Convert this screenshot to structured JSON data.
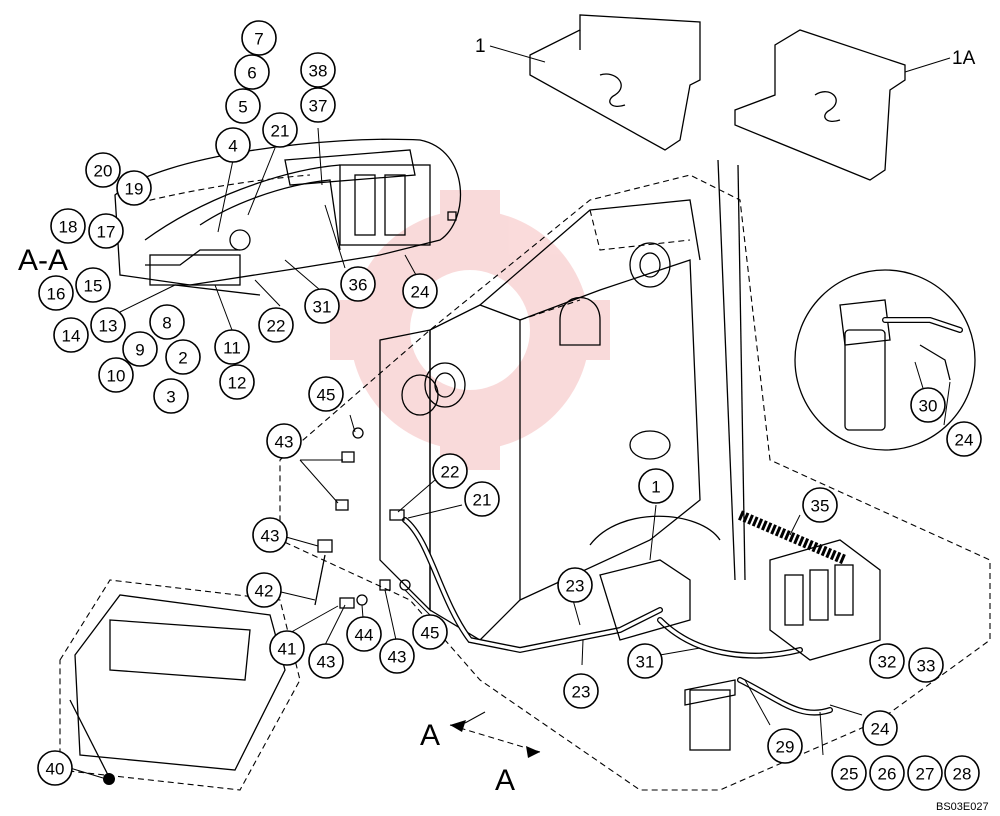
{
  "diagram": {
    "drawing_code": "BS03E027",
    "section_label": "A-A",
    "view_marker": "A",
    "bracket_labels": [
      "1",
      "1A"
    ],
    "callouts": [
      {
        "id": "c7",
        "label": "7"
      },
      {
        "id": "c6",
        "label": "6"
      },
      {
        "id": "c5",
        "label": "5"
      },
      {
        "id": "c4",
        "label": "4"
      },
      {
        "id": "c38",
        "label": "38"
      },
      {
        "id": "c37",
        "label": "37"
      },
      {
        "id": "c21a",
        "label": "21"
      },
      {
        "id": "c20",
        "label": "20"
      },
      {
        "id": "c19",
        "label": "19"
      },
      {
        "id": "c18",
        "label": "18"
      },
      {
        "id": "c17",
        "label": "17"
      },
      {
        "id": "c16",
        "label": "16"
      },
      {
        "id": "c15",
        "label": "15"
      },
      {
        "id": "c36",
        "label": "36"
      },
      {
        "id": "c24a",
        "label": "24"
      },
      {
        "id": "c31a",
        "label": "31"
      },
      {
        "id": "c22a",
        "label": "22"
      },
      {
        "id": "c14",
        "label": "14"
      },
      {
        "id": "c13",
        "label": "13"
      },
      {
        "id": "c8",
        "label": "8"
      },
      {
        "id": "c11",
        "label": "11"
      },
      {
        "id": "c9",
        "label": "9"
      },
      {
        "id": "c10",
        "label": "10"
      },
      {
        "id": "c2",
        "label": "2"
      },
      {
        "id": "c12",
        "label": "12"
      },
      {
        "id": "c3",
        "label": "3"
      },
      {
        "id": "c45a",
        "label": "45"
      },
      {
        "id": "c43a",
        "label": "43"
      },
      {
        "id": "c22b",
        "label": "22"
      },
      {
        "id": "c21b",
        "label": "21"
      },
      {
        "id": "c1b",
        "label": "1"
      },
      {
        "id": "c35",
        "label": "35"
      },
      {
        "id": "c30",
        "label": "30"
      },
      {
        "id": "c24b",
        "label": "24"
      },
      {
        "id": "c43b",
        "label": "43"
      },
      {
        "id": "c42",
        "label": "42"
      },
      {
        "id": "c23a",
        "label": "23"
      },
      {
        "id": "c41",
        "label": "41"
      },
      {
        "id": "c43c",
        "label": "43"
      },
      {
        "id": "c44",
        "label": "44"
      },
      {
        "id": "c43d",
        "label": "43"
      },
      {
        "id": "c45b",
        "label": "45"
      },
      {
        "id": "c31b",
        "label": "31"
      },
      {
        "id": "c32",
        "label": "32"
      },
      {
        "id": "c33",
        "label": "33"
      },
      {
        "id": "c23b",
        "label": "23"
      },
      {
        "id": "c29",
        "label": "29"
      },
      {
        "id": "c24c",
        "label": "24"
      },
      {
        "id": "c25",
        "label": "25"
      },
      {
        "id": "c26",
        "label": "26"
      },
      {
        "id": "c27",
        "label": "27"
      },
      {
        "id": "c28",
        "label": "28"
      },
      {
        "id": "c40",
        "label": "40"
      }
    ]
  }
}
